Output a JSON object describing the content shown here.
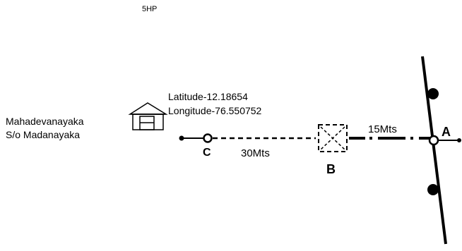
{
  "header": {
    "load_label": "5HP"
  },
  "consumer": {
    "name": "Mahadevanayaka",
    "relation": "S/o Madanayaka"
  },
  "location": {
    "latitude": "Latitude-12.18654",
    "longitude": "Longitude-76.550752"
  },
  "points": {
    "a": "A",
    "b": "B",
    "c": "C"
  },
  "distances": {
    "c_to_b": "30Mts",
    "b_to_a": "15Mts"
  },
  "icons": {
    "house": "house-icon",
    "transformer": "distribution-box-icon",
    "pole": "pole-icon"
  }
}
